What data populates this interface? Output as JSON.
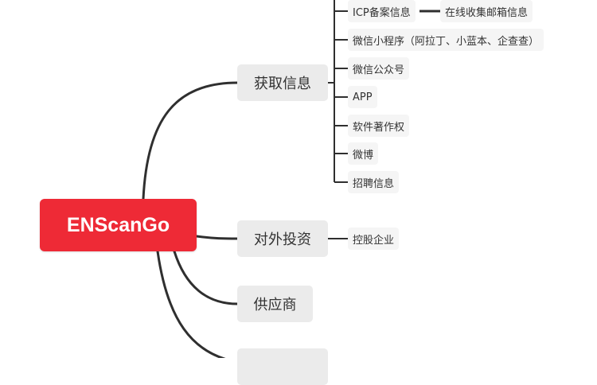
{
  "root": {
    "label": "ENScanGo"
  },
  "branches": [
    {
      "label": "获取信息",
      "children": [
        {
          "label": "ICP备案信息",
          "child": "在线收集邮箱信息"
        },
        {
          "label": "微信小程序（阿拉丁、小蓝本、企查查）"
        },
        {
          "label": "微信公众号"
        },
        {
          "label": "APP"
        },
        {
          "label": "软件著作权"
        },
        {
          "label": "微博"
        },
        {
          "label": "招聘信息"
        }
      ]
    },
    {
      "label": "对外投资",
      "children": [
        {
          "label": "控股企业"
        }
      ]
    },
    {
      "label": "供应商",
      "children": []
    },
    {
      "label": "",
      "children": []
    }
  ],
  "colors": {
    "root_bg": "#ee2a36",
    "root_text": "#ffffff",
    "branch_bg": "#ebebeb",
    "leaf_bg": "#f5f5f5",
    "line": "#2f2f2f"
  }
}
